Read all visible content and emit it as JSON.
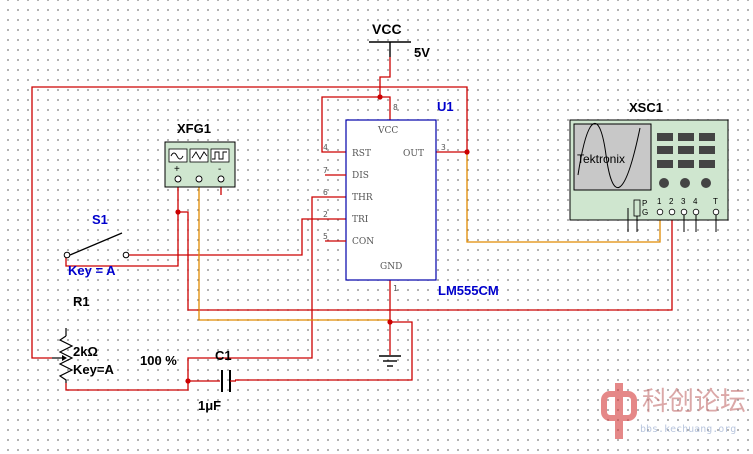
{
  "power": {
    "name": "VCC",
    "value": "5V"
  },
  "timer": {
    "ref": "U1",
    "part": "LM555CM",
    "pins": {
      "vcc": {
        "name": "VCC",
        "num": "8"
      },
      "rst": {
        "name": "RST",
        "num": "4"
      },
      "dis": {
        "name": "DIS",
        "num": "7"
      },
      "thr": {
        "name": "THR",
        "num": "6"
      },
      "tri": {
        "name": "TRI",
        "num": "2"
      },
      "con": {
        "name": "CON",
        "num": "5"
      },
      "out": {
        "name": "OUT",
        "num": "3"
      },
      "gnd": {
        "name": "GND",
        "num": "1"
      }
    }
  },
  "function_generator": {
    "ref": "XFG1",
    "terminals": [
      "+",
      "-"
    ]
  },
  "oscilloscope": {
    "ref": "XSC1",
    "brand": "Tektronix",
    "terminals": [
      "P",
      "G",
      "1",
      "2",
      "3",
      "4",
      "T"
    ]
  },
  "switch": {
    "ref": "S1",
    "key": "Key = A"
  },
  "potentiometer": {
    "ref": "R1",
    "value": "2kΩ",
    "key": "Key=A",
    "setting": "100 %"
  },
  "capacitor": {
    "ref": "C1",
    "value": "1μF"
  },
  "watermark": {
    "text": "科创论坛",
    "url": "bbs.kechuang.org"
  },
  "colors": {
    "wire": "#cc0000",
    "instrument_wire": "#e08a00",
    "label": "#0000cc",
    "component": "#000000"
  }
}
